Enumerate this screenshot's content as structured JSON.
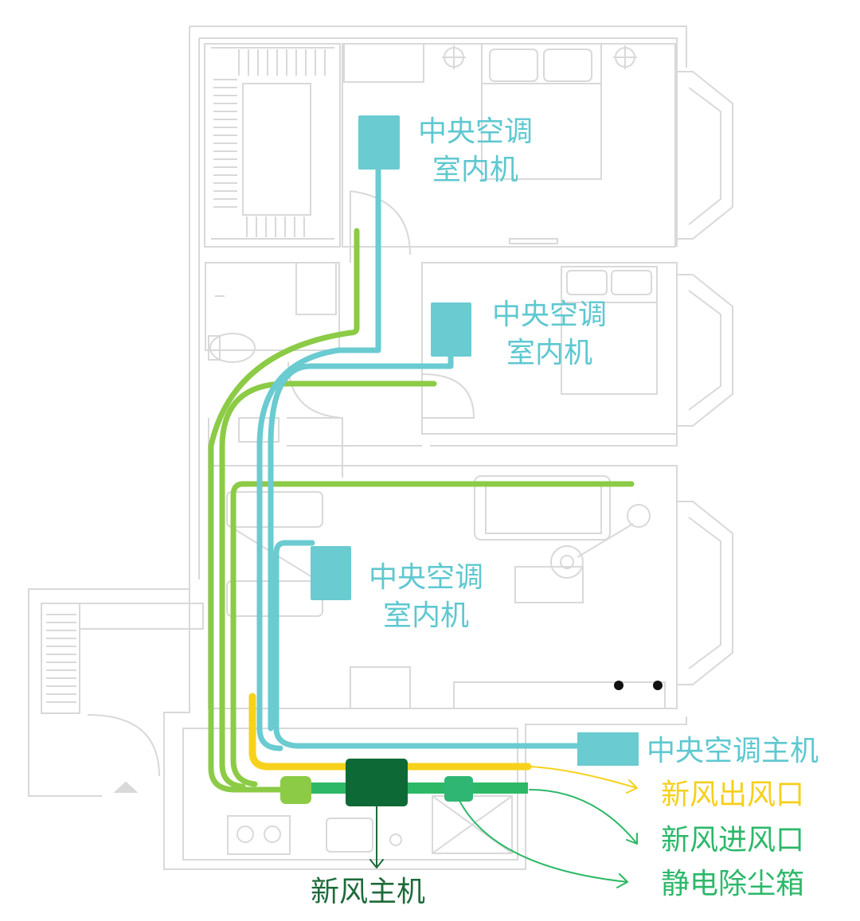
{
  "colors": {
    "walls": "#dcdcdc",
    "ac_duct": "#6acbd1",
    "ac_unit": "#6acbd1",
    "fresh_supply_duct": "#8ccb46",
    "fresh_outlet": "#f6d21c",
    "fresh_inlet_duct": "#2cb866",
    "fresh_air_host": "#0d6a36",
    "dust_box": "#2fb673",
    "fresh_host_label": "#1d6b3a",
    "inlet_label": "#2db86a",
    "outlet_label": "#f6cf1c",
    "ac_label": "#5ec8d0"
  },
  "labels": {
    "ac_indoor_1": {
      "line1": "中央空调",
      "line2": "室内机"
    },
    "ac_indoor_2": {
      "line1": "中央空调",
      "line2": "室内机"
    },
    "ac_indoor_3": {
      "line1": "中央空调",
      "line2": "室内机"
    },
    "ac_host": "中央空调主机",
    "fresh_outlet": "新风出风口",
    "fresh_inlet": "新风进风口",
    "dust_box": "静电除尘箱",
    "fresh_host": "新风主机"
  }
}
